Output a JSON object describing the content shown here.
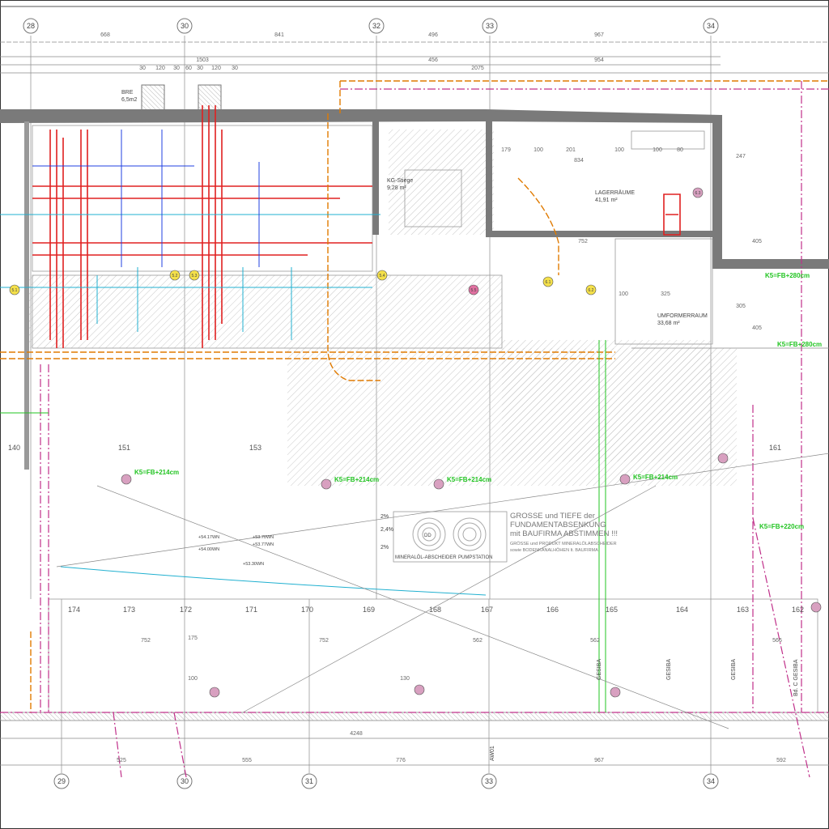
{
  "drawing": {
    "grid_top": [
      "28",
      "30",
      "32",
      "33",
      "34"
    ],
    "grid_bottom": [
      "29",
      "30",
      "31",
      "33",
      "34"
    ],
    "dims_top_row1": [
      "668",
      "841",
      "496",
      "967"
    ],
    "dims_top_row2": [
      "1503",
      "456",
      "954"
    ],
    "dims_top_row3": [
      "30",
      "120",
      "30",
      "60",
      "30",
      "120",
      "30",
      "2075"
    ],
    "dims_bottom": [
      "4248",
      "525",
      "555",
      "776",
      "967",
      "592"
    ],
    "rooms": [
      {
        "label": "BRE",
        "area": "6,5m2"
      },
      {
        "label": "LAGERRÄUME",
        "area": "41,91 m²"
      },
      {
        "label": "UMFORMERRAUM",
        "area": "33,68 m²"
      },
      {
        "label": "KG-Stiege",
        "area": "9,28 m²"
      }
    ],
    "room_numbers_row": [
      "174",
      "173",
      "172",
      "171",
      "170",
      "169",
      "168",
      "167",
      "166",
      "165",
      "164",
      "163",
      "162"
    ],
    "room_numbers_mid": [
      "140",
      "151",
      "153",
      "161"
    ],
    "inner_dims": [
      "179",
      "100",
      "201",
      "100",
      "834",
      "100",
      "80",
      "752",
      "100",
      "325",
      "405",
      "305",
      "247",
      "405"
    ],
    "lower_dims": [
      "752",
      "752",
      "562",
      "562",
      "566",
      "175",
      "100",
      "130"
    ],
    "note": {
      "line1": "GROSSE und TIEFE der",
      "line2": "FUNDAMENTABSENKUNG",
      "line3": "mit BAUFIRMA ABSTIMMEN !!!",
      "line4": "GRÖSSE und PRODUKT MINERALÖLABSCHEIDER",
      "line5": "sowie BODENKANALHÖHEN lt. BAUFIRMA"
    },
    "equipment": [
      "MINERALÖL-ABSCHEIDER",
      "PUMPSTATION",
      "DD"
    ],
    "slope_labels": [
      "2,4%",
      "2%",
      "2%"
    ],
    "level_labels": [
      "K5=FB+214cm",
      "K5=FB+214cm",
      "K5=FB+214cm",
      "K5=FB+214cm",
      "K5=FB+220cm",
      "K5=FB+280cm",
      "K5=FB+280cm"
    ],
    "wall_labels": [
      "GESIBA",
      "GESIBA",
      "GESIBA",
      "Bd. C GESIBA",
      "AW01"
    ],
    "markers": [
      "5.1",
      "5.2",
      "5.3",
      "5.4",
      "5.5",
      "6.1",
      "6.2",
      "6.3"
    ],
    "elevation_labels": [
      "+54.17WN",
      "+53.70WN",
      "+54.00WN",
      "+53.77WN",
      "+53.30WN"
    ],
    "colors": {
      "wall": "#7a7a7a",
      "heating": "#e02020",
      "supply": "#e07a00",
      "drain": "#c0308a",
      "water": "#20b0d0",
      "vent": "#2040e0",
      "level": "#22c422"
    }
  }
}
